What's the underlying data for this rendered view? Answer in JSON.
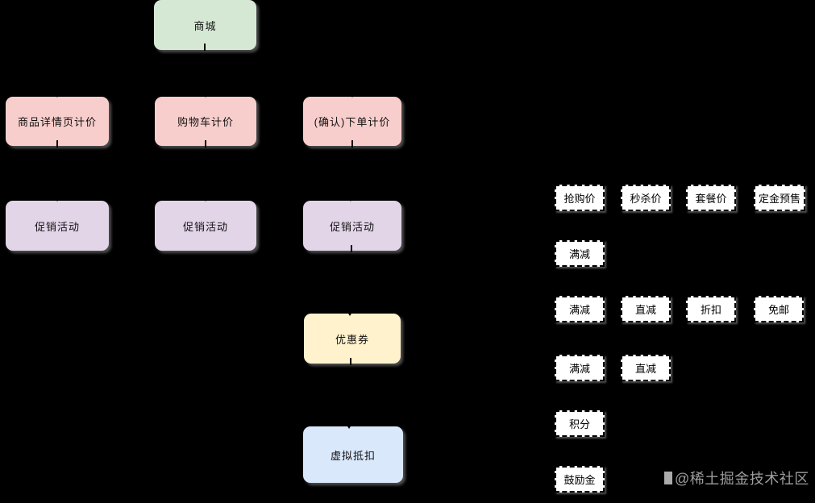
{
  "diagram": {
    "background": "#000000",
    "palette": {
      "root_green": "#d5e8d4",
      "pricing_pink": "#f8cecc",
      "promotion_purple": "#e1d5e7",
      "coupon_yellow": "#fff2cc",
      "deduction_blue": "#dae8fc",
      "tag_fill": "#ffffff",
      "tag_border": "#000000",
      "text": "#111111"
    },
    "nodes": [
      {
        "id": "mall",
        "label": "商城",
        "color": "#d5e8d4"
      },
      {
        "id": "detail-page-pricing",
        "label": "商品详情页计价",
        "color": "#f8cecc"
      },
      {
        "id": "cart-pricing",
        "label": "购物车计价",
        "color": "#f8cecc"
      },
      {
        "id": "order-confirm-pricing",
        "label": "(确认)下单计价",
        "color": "#f8cecc"
      },
      {
        "id": "promotion-1",
        "label": "促销活动",
        "color": "#e1d5e7"
      },
      {
        "id": "promotion-2",
        "label": "促销活动",
        "color": "#e1d5e7"
      },
      {
        "id": "promotion-3",
        "label": "促销活动",
        "color": "#e1d5e7"
      },
      {
        "id": "coupon",
        "label": "优惠券",
        "color": "#fff2cc"
      },
      {
        "id": "virtual-deduction",
        "label": "虚拟抵扣",
        "color": "#dae8fc"
      }
    ],
    "tag_groups": [
      {
        "items": [
          {
            "label": "抢购价"
          },
          {
            "label": "秒杀价"
          },
          {
            "label": "套餐价"
          },
          {
            "label": "定金预售"
          }
        ]
      },
      {
        "items": [
          {
            "label": "满减"
          }
        ]
      },
      {
        "items": [
          {
            "label": "满减"
          },
          {
            "label": "直减"
          },
          {
            "label": "折扣"
          },
          {
            "label": "免邮"
          }
        ]
      },
      {
        "items": [
          {
            "label": "满减"
          },
          {
            "label": "直减"
          }
        ]
      },
      {
        "items": [
          {
            "label": "积分"
          }
        ]
      },
      {
        "items": [
          {
            "label": "鼓励金"
          }
        ]
      }
    ]
  },
  "watermark": {
    "text": "@稀土掘金技术社区",
    "color": "#9d9d9d"
  }
}
